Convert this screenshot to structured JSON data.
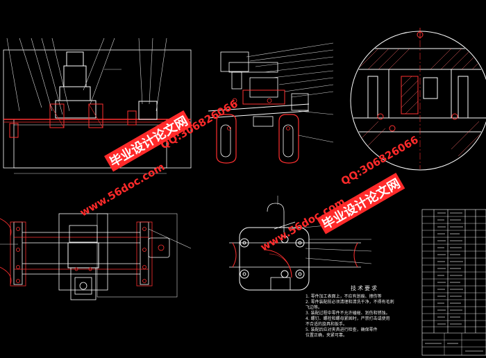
{
  "watermark": {
    "site": "www.56doc.com",
    "brand": "毕业设计论文网",
    "qq": "QQ:306826066"
  },
  "technical_requirements": {
    "title": "技术要求",
    "items": [
      "1. 零件加工表面上，不应有划痕、擦伤等",
      "2. 零件装配前必须清理和清洗干净，不得有毛刺",
      "   飞边等。",
      "3. 装配过程中零件不允许磕碰、划伤和锈蚀。",
      "4. 螺钉、螺栓和螺母紧固时，严禁打击或使用",
      "   不合适的旋具和扳手。",
      "5. 装配后应对夹具进行检查，确保零件",
      "   位置正确，夹紧可靠。"
    ]
  },
  "colors": {
    "background": "#000000",
    "outline": "#ffffff",
    "section": "#ff3030",
    "leader": "#d9d9d9",
    "watermark": "#ff2a2a",
    "hatch": "#ff6a6a"
  }
}
